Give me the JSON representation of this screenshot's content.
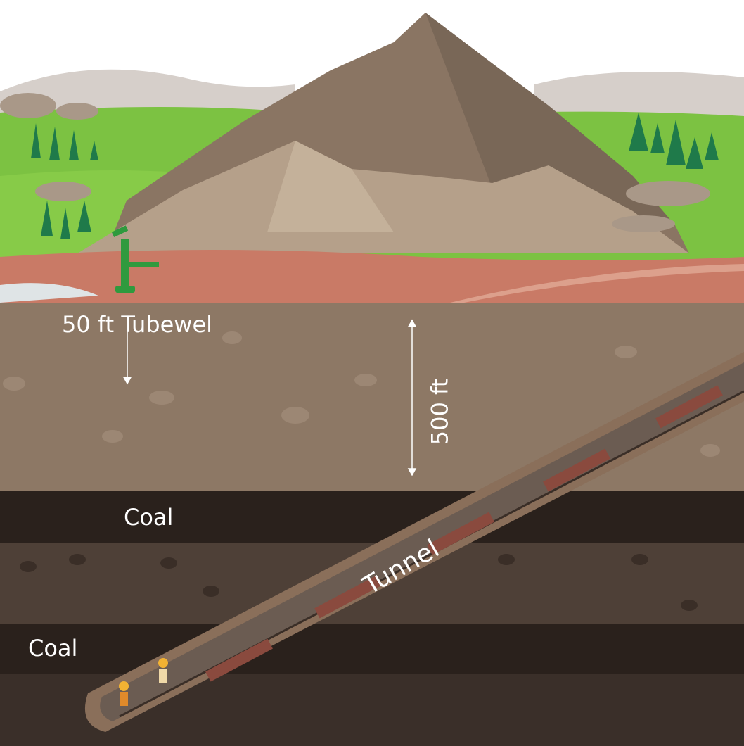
{
  "labels": {
    "tubewell": "50 ft Tubewel",
    "depth": "500 ft",
    "coal_upper": "Coal",
    "coal_lower": "Coal",
    "tunnel": "Tunnel"
  },
  "colors": {
    "sky": "#ffffff",
    "grass": "#7cc242",
    "soil_red": "#c97a66",
    "topsoil": "#8d7865",
    "coal": "#2a211c",
    "rock_layer": "#4e4037",
    "deep": "#3a2f29",
    "tunnel": "#6b5c52"
  }
}
